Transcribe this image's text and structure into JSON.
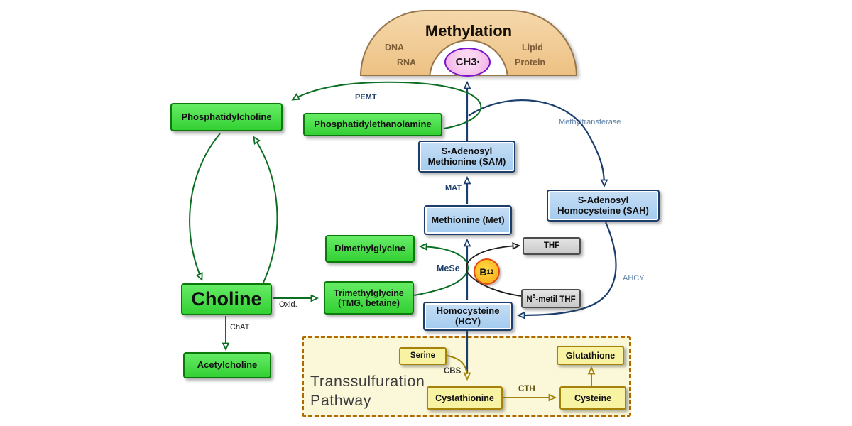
{
  "arch": {
    "title": "Methylation",
    "dna": "DNA",
    "rna": "RNA",
    "lipid": "Lipid",
    "protein": "Protein",
    "ch3_pre": "CH",
    "ch3_num": "3",
    "ch3_dot": "•"
  },
  "nodes": {
    "phosphatidylcholine": {
      "label": "Phosphatidylcholine"
    },
    "phosphatidylethanolamine": {
      "label": "Phosphatidylethanolamine"
    },
    "sam": {
      "label": "S-Adenosyl Methionine (SAM)"
    },
    "sah": {
      "label": "S-Adenosyl Homocysteine (SAH)"
    },
    "methionine": {
      "label": "Methionine (Met)"
    },
    "dimethylglycine": {
      "label": "Dimethylglycine"
    },
    "thf": {
      "label": "THF"
    },
    "n5_methyl_thf": {
      "pre": "N",
      "sup": "5",
      "post": "-metil THF"
    },
    "trimethylglycine": {
      "label": "Trimethylglycine (TMG, betaine)"
    },
    "choline": {
      "label": "Choline"
    },
    "acetylcholine": {
      "label": "Acetylcholine"
    },
    "homocysteine": {
      "label": "Homocysteine (HCY)"
    },
    "b12": {
      "pre": "B",
      "sub": "12"
    },
    "serine": {
      "label": "Serine"
    },
    "cystathionine": {
      "label": "Cystathionine"
    },
    "cysteine": {
      "label": "Cysteine"
    },
    "glutathione": {
      "label": "Glutathione"
    }
  },
  "enzymes": {
    "pemt": "PEMT",
    "methyltransferase": "Methyltransferase",
    "mat": "MAT",
    "mese": "MeSe",
    "ahcy": "AHCY",
    "oxid": "Oxid.",
    "chat": "ChAT",
    "cbs": "CBS",
    "cth": "CTH"
  },
  "region": {
    "title": "Transsulfuration Pathway"
  },
  "colors": {
    "metabolite_green": "#44d944",
    "nucleotide_blue": "#b0d2f0",
    "folate_gray": "#d4d4d4",
    "transsulfuration_yellow": "#f8f2a3",
    "arch_tan": "#f0c890",
    "ch3_pink": "#f2b2e8",
    "b12_orange": "#ffb020",
    "arrow_navy": "#1c3e6d",
    "arrow_green": "#0b6e22",
    "arrow_olive": "#a5830a",
    "region_border": "#b06a00"
  }
}
